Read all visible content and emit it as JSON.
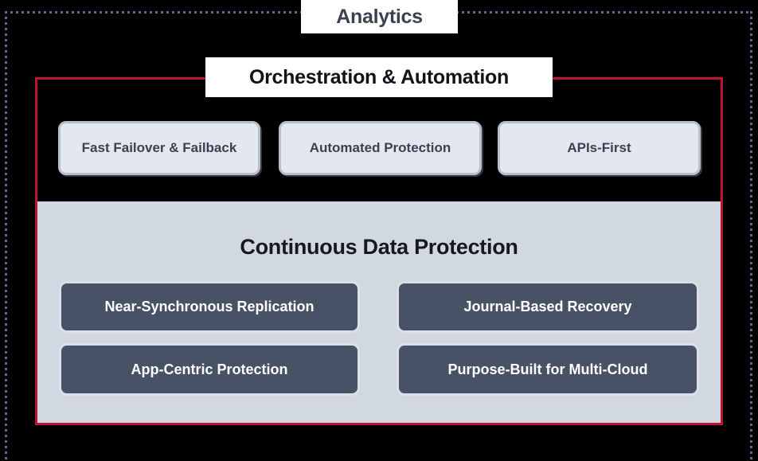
{
  "colors": {
    "background": "#000000",
    "dashed_frame": "#5d6c8e",
    "orchestration_border": "#c01334",
    "light_pill_bg": "#e3e8f0",
    "light_pill_border": "#b7bfcc",
    "cdp_panel_bg": "#d2d8e1",
    "dark_box_bg": "#485267",
    "dark_box_border": "#dce1e9",
    "heading_text": "#3a4150",
    "dark_box_text": "#ffffff"
  },
  "analytics": {
    "label": "Analytics"
  },
  "orchestration": {
    "title": "Orchestration & Automation",
    "items": [
      {
        "label": "Fast Failover & Failback"
      },
      {
        "label": "Automated Protection"
      },
      {
        "label": "APIs-First"
      }
    ]
  },
  "cdp": {
    "title": "Continuous Data Protection",
    "items": [
      {
        "label": "Near-Synchronous Replication"
      },
      {
        "label": "Journal-Based Recovery"
      },
      {
        "label": "App-Centric Protection"
      },
      {
        "label": "Purpose-Built for Multi-Cloud"
      }
    ]
  }
}
